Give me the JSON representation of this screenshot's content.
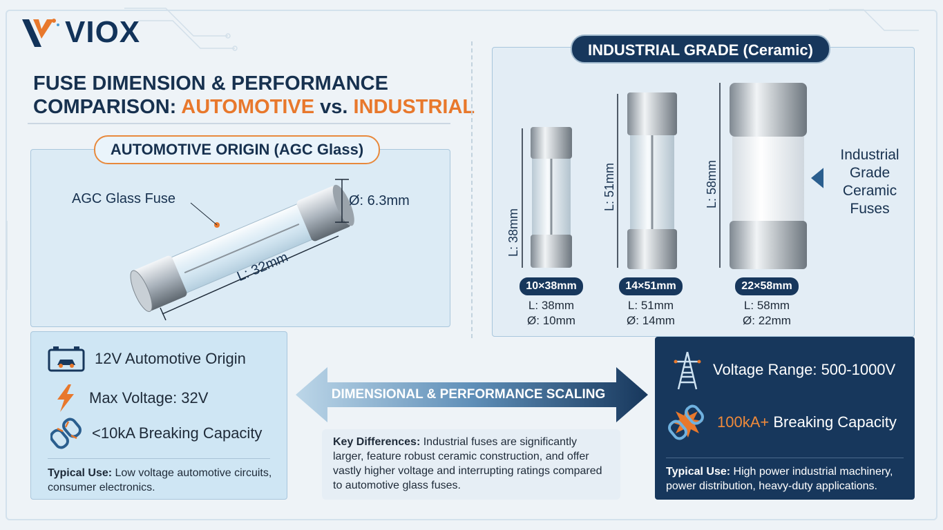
{
  "brand": {
    "name": "VIOX"
  },
  "title": {
    "line1": "FUSE DIMENSION & PERFORMANCE",
    "line2_prefix": "COMPARISON: ",
    "line2_auto": "AUTOMOTIVE",
    "line2_vs": " vs. ",
    "line2_ind": "INDUSTRIAL"
  },
  "automotive": {
    "badge": "AUTOMOTIVE ORIGIN (AGC Glass)",
    "fuse_label": "AGC Glass Fuse",
    "diameter": "Ø: 6.3mm",
    "length": "L: 32mm",
    "features": [
      {
        "icon": "car-battery-icon",
        "text": "12V Automotive Origin"
      },
      {
        "icon": "lightning-icon",
        "text": "Max Voltage: 32V"
      },
      {
        "icon": "broken-chain-icon",
        "text": "<10kA Breaking Capacity"
      }
    ],
    "typical_use_label": "Typical Use:",
    "typical_use_text": " Low voltage automotive circuits, consumer electronics."
  },
  "industrial": {
    "badge": "INDUSTRIAL GRADE (Ceramic)",
    "side_label_lines": [
      "Industrial",
      "Grade",
      "Ceramic",
      "Fuses"
    ],
    "fuses": [
      {
        "badge": "10×38mm",
        "length_axis": "L: 38mm",
        "length": "L: 38mm",
        "diameter": "Ø: 10mm"
      },
      {
        "badge": "14×51mm",
        "length_axis": "L: 51mm",
        "length": "L: 51mm",
        "diameter": "Ø: 14mm"
      },
      {
        "badge": "22×58mm",
        "length_axis": "L: 58mm",
        "length": "L: 58mm",
        "diameter": "Ø: 22mm"
      }
    ],
    "features": [
      {
        "icon": "power-tower-icon",
        "text": "Voltage Range: 500-1000V"
      },
      {
        "icon": "broken-chain-icon",
        "text_highlight": "100kA+",
        "text": " Breaking Capacity"
      }
    ],
    "typical_use_label": "Typical Use:",
    "typical_use_text": " High power industrial machinery, power distribution, heavy-duty applications."
  },
  "scaling_arrow": "DIMENSIONAL & PERFORMANCE SCALING",
  "key_differences": {
    "label": "Key Differences:",
    "text": " Industrial fuses are significantly larger, feature robust ceramic construction, and offer vastly higher voltage and interrupting ratings compared to automotive glass fuses."
  },
  "colors": {
    "navy": "#17375c",
    "orange": "#e8782c",
    "light_blue": "#dcebf5"
  }
}
